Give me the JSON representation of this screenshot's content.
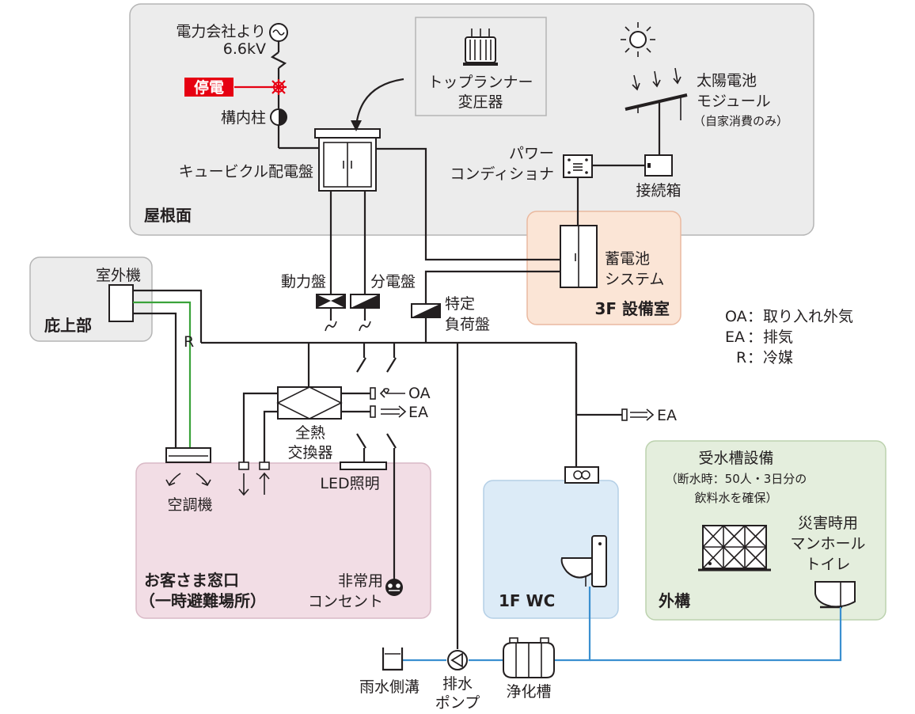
{
  "colors": {
    "roof_bg": "#ececec",
    "roof_border": "#b5b5b5",
    "storage_bg": "#fbe5d6",
    "storage_border": "#eab9a0",
    "customer_bg": "#f2dde5",
    "customer_border": "#d9b9c6",
    "wc_bg": "#dcebf7",
    "wc_border": "#b4cfe6",
    "exterior_bg": "#e4eedd",
    "exterior_border": "#bcd2ae",
    "outdoor_bg": "#ececec",
    "power_outage": "#e60012",
    "refrigerant_pipe": "#3aa33a",
    "water_pipe": "#3a8fd0",
    "line": "#231f20"
  },
  "zones": {
    "roof": "屋根面",
    "storage_room": "3F 設備室",
    "outdoor_roof": "庇上部",
    "customer_line1": "お客さま窓口",
    "customer_line2": "（一時避難場所）",
    "wc": "1F WC",
    "exterior": "外構"
  },
  "labels": {
    "utility_line1": "電力会社より",
    "utility_line2": "6.6kV",
    "power_outage": "停電",
    "pole": "構内柱",
    "cubicle": "キュービクル配電盤",
    "transformer_line1": "トップランナー",
    "transformer_line2": "変圧器",
    "solar_line1": "太陽電池",
    "solar_line2": "モジュール",
    "solar_line3": "（自家消費のみ）",
    "pcs_line1": "パワー",
    "pcs_line2": "コンディショナ",
    "junction_box": "接続箱",
    "battery_line1": "蓄電池",
    "battery_line2": "システム",
    "power_panel": "動力盤",
    "distribution_panel": "分電盤",
    "specific_load_line1": "特定",
    "specific_load_line2": "負荷盤",
    "outdoor_unit": "室外機",
    "refrigerant_short": "R",
    "heat_exchanger_line1": "全熱",
    "heat_exchanger_line2": "交換器",
    "oa_short": "OA",
    "ea_short": "EA",
    "ea_short_wc": "EA",
    "air_conditioner": "空調機",
    "led_lighting": "LED照明",
    "emergency_outlet_line1": "非常用",
    "emergency_outlet_line2": "コンセント",
    "water_tank_line1": "受水槽設備",
    "water_tank_line2": "（断水時：50人・3日分の",
    "water_tank_line3": "飲料水を確保）",
    "manhole_toilet_line1": "災害時用",
    "manhole_toilet_line2": "マンホール",
    "manhole_toilet_line3": "トイレ",
    "rain_gutter": "雨水側溝",
    "drain_pump_line1": "排水",
    "drain_pump_line2": "ポンプ",
    "septic_tank": "浄化槽"
  },
  "legend": [
    {
      "abbr": "OA",
      "sep": "：",
      "desc": "取り入れ外気"
    },
    {
      "abbr": "EA",
      "sep": "：",
      "desc": "排気"
    },
    {
      "abbr": "R",
      "sep": "：",
      "desc": "冷媒"
    }
  ],
  "icons": {
    "ac_source": "ac-source-icon",
    "sun": "sun-icon",
    "pump": "pump-icon",
    "outlet": "outlet-icon",
    "ventilation_fan": "ventilation-fan-icon"
  }
}
